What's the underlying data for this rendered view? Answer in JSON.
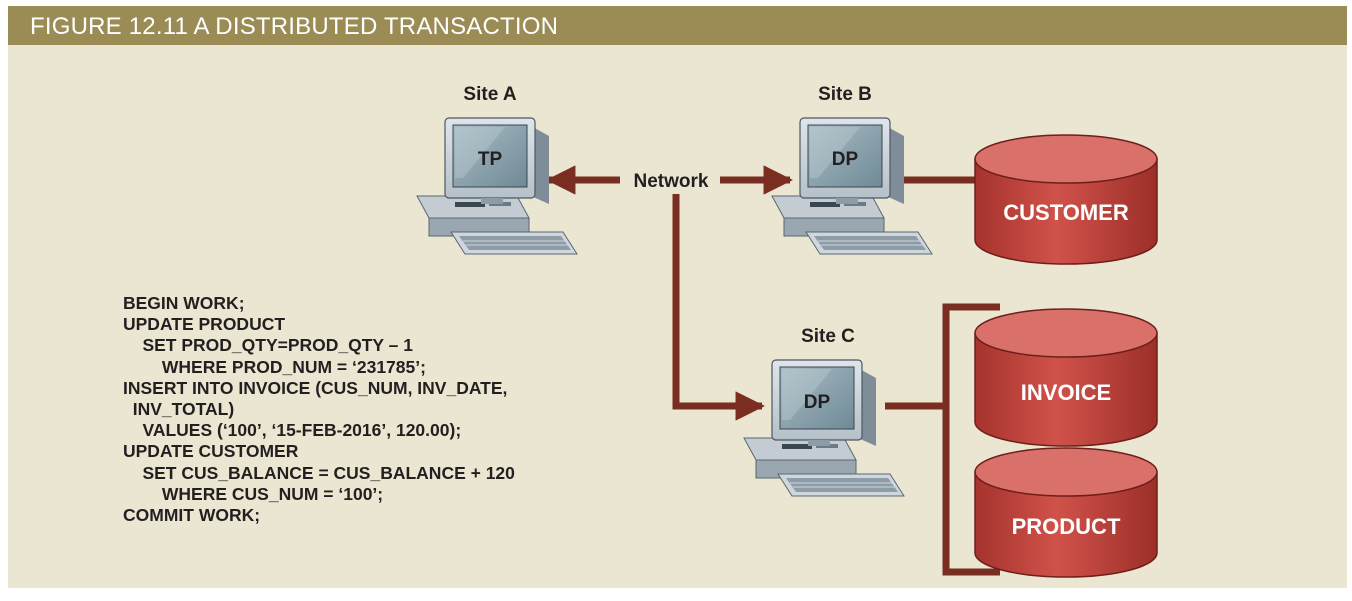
{
  "figure": {
    "title": "FIGURE 12.11  A DISTRIBUTED TRANSACTION"
  },
  "sites": [
    {
      "id": "site_a",
      "label": "Site A",
      "processor": "TP"
    },
    {
      "id": "site_b",
      "label": "Site B",
      "processor": "DP"
    },
    {
      "id": "site_c",
      "label": "Site C",
      "processor": "DP"
    }
  ],
  "network": {
    "label": "Network"
  },
  "databases": [
    {
      "id": "customer",
      "label": "CUSTOMER",
      "site": "Site B"
    },
    {
      "id": "invoice",
      "label": "INVOICE",
      "site": "Site C"
    },
    {
      "id": "product",
      "label": "PRODUCT",
      "site": "Site C"
    }
  ],
  "transaction": {
    "lines": [
      "BEGIN WORK;",
      "UPDATE PRODUCT",
      "    SET PROD_QTY=PROD_QTY – 1",
      "        WHERE PROD_NUM = ‘231785’;",
      "INSERT INTO INVOICE (CUS_NUM, INV_DATE,",
      "  INV_TOTAL)",
      "    VALUES (‘100’, ‘15-FEB-2016’, 120.00);",
      "UPDATE CUSTOMER",
      "    SET CUS_BALANCE = CUS_BALANCE + 120",
      "        WHERE CUS_NUM = ‘100’;",
      "COMMIT WORK;"
    ]
  },
  "colors": {
    "header": "#9b8c56",
    "panel": "#ebe6d2",
    "connector": "#7a2e22",
    "db_fill": "#c0413a",
    "db_top": "#d9706a",
    "monitor": "#cfd6dc",
    "screen": "#8aa2ad"
  }
}
